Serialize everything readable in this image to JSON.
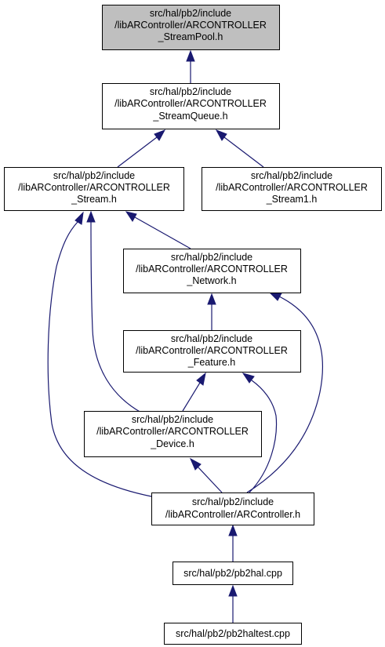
{
  "colors": {
    "node_fill": "#ffffff",
    "highlight_fill": "#bfbfbf",
    "edge": "#191970"
  },
  "nodes": {
    "streampool": {
      "lines": [
        "src/hal/pb2/include",
        "/libARController/ARCONTROLLER",
        "_StreamPool.h"
      ]
    },
    "streamqueue": {
      "lines": [
        "src/hal/pb2/include",
        "/libARController/ARCONTROLLER",
        "_StreamQueue.h"
      ]
    },
    "stream": {
      "lines": [
        "src/hal/pb2/include",
        "/libARController/ARCONTROLLER",
        "_Stream.h"
      ]
    },
    "stream1": {
      "lines": [
        "src/hal/pb2/include",
        "/libARController/ARCONTROLLER",
        "_Stream1.h"
      ]
    },
    "network": {
      "lines": [
        "src/hal/pb2/include",
        "/libARController/ARCONTROLLER",
        "_Network.h"
      ]
    },
    "feature": {
      "lines": [
        "src/hal/pb2/include",
        "/libARController/ARCONTROLLER",
        "_Feature.h"
      ]
    },
    "device": {
      "lines": [
        "src/hal/pb2/include",
        "/libARController/ARCONTROLLER",
        "_Device.h"
      ]
    },
    "arcontroller": {
      "lines": [
        "src/hal/pb2/include",
        "/libARController/ARController.h"
      ]
    },
    "pb2hal": {
      "lines": [
        "src/hal/pb2/pb2hal.cpp"
      ]
    },
    "pb2haltest": {
      "lines": [
        "src/hal/pb2/pb2haltest.cpp"
      ]
    }
  }
}
